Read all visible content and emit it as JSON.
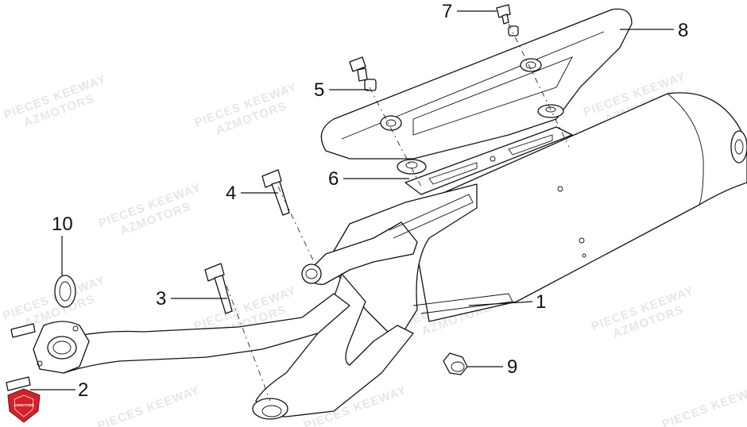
{
  "watermark": {
    "line1": "PIECES KEEWAY",
    "line2": "AZMOTORS"
  },
  "logo": {
    "text": "AZMOTORS",
    "color": "#d3202a"
  },
  "callouts": [
    {
      "id": "1",
      "label": "1"
    },
    {
      "id": "2",
      "label": "2"
    },
    {
      "id": "3",
      "label": "3"
    },
    {
      "id": "4",
      "label": "4"
    },
    {
      "id": "5",
      "label": "5"
    },
    {
      "id": "6",
      "label": "6"
    },
    {
      "id": "7",
      "label": "7"
    },
    {
      "id": "8",
      "label": "8"
    },
    {
      "id": "9",
      "label": "9"
    },
    {
      "id": "10",
      "label": "10"
    }
  ]
}
